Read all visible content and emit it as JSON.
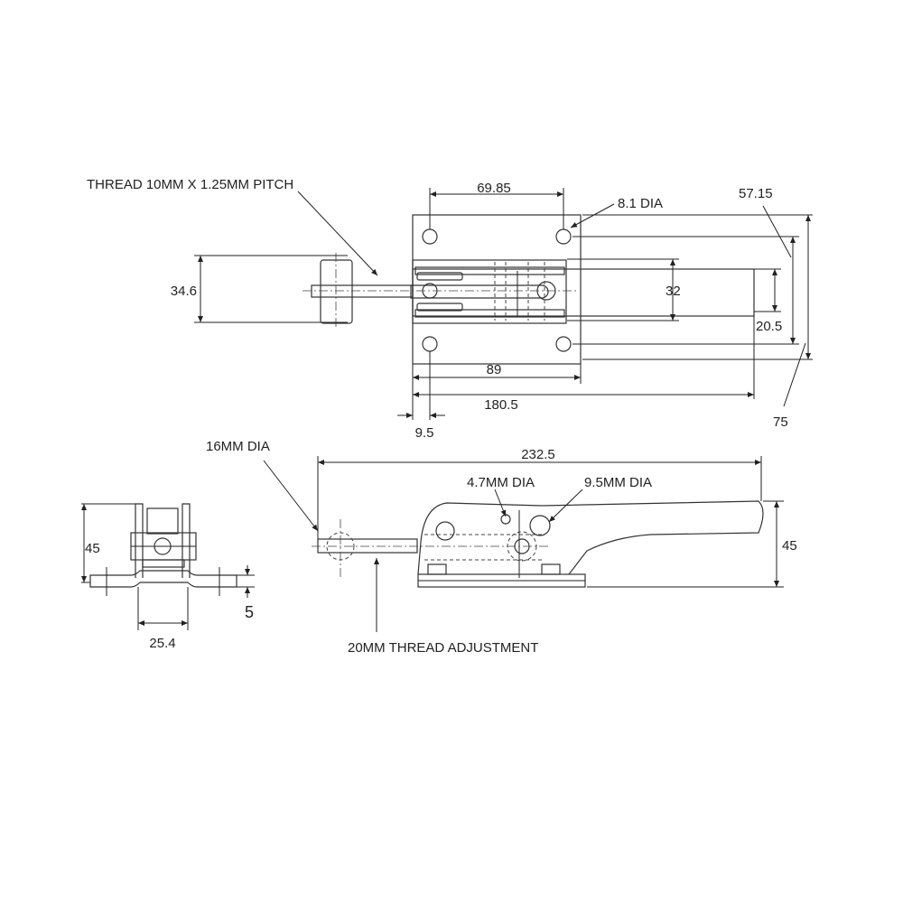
{
  "top_view": {
    "thread_label": "THREAD 10MM X 1.25MM PITCH",
    "hole_spacing": "69.85",
    "hole_dia": "8.1 DIA",
    "hole_pitch_vertical": "57.15",
    "plate_height": "75",
    "knob_width": "34.6",
    "arm_width": "32",
    "bar_width": "20.5",
    "plate_length": "89",
    "overall_length": "180.5",
    "hole_offset": "9.5"
  },
  "side_view": {
    "ball_dia": "16MM DIA",
    "overall_length": "232.5",
    "small_hole_dia": "4.7MM DIA",
    "large_hole_dia": "9.5MM DIA",
    "height": "45",
    "thread_adjustment": "20MM THREAD ADJUSTMENT"
  },
  "end_view": {
    "height": "45",
    "base_width": "25.4",
    "plate_thickness": "5"
  }
}
